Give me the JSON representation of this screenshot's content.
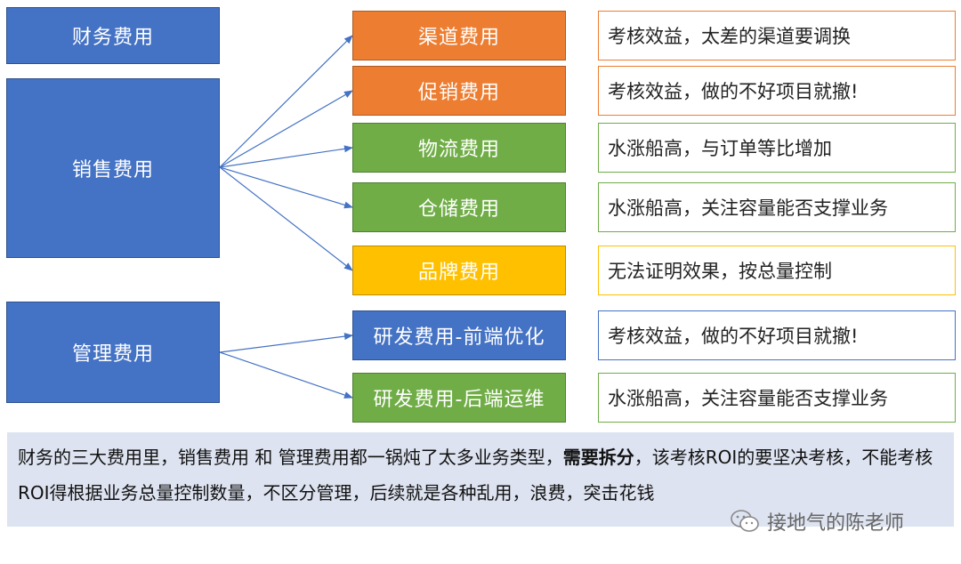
{
  "left_categories": [
    {
      "label": "财务费用"
    },
    {
      "label": "销售费用"
    },
    {
      "label": "管理费用"
    }
  ],
  "items": [
    {
      "label": "渠道费用",
      "note": "考核效益，太差的渠道要调换",
      "color": "#ed7d31"
    },
    {
      "label": "促销费用",
      "note": "考核效益，做的不好项目就撤!",
      "color": "#ed7d31"
    },
    {
      "label": "物流费用",
      "note": "水涨船高，与订单等比增加",
      "color": "#70ad47"
    },
    {
      "label": "仓储费用",
      "note": "水涨船高，关注容量能否支撑业务",
      "color": "#70ad47"
    },
    {
      "label": "品牌费用",
      "note": "无法证明效果，按总量控制",
      "color": "#ffc000"
    },
    {
      "label": "研发费用-前端优化",
      "note": "考核效益，做的不好项目就撤!",
      "color": "#4472c4"
    },
    {
      "label": "研发费用-后端运维",
      "note": "水涨船高，关注容量能否支撑业务",
      "color": "#70ad47"
    }
  ],
  "footer": {
    "text_before": "财务的三大费用里，销售费用 和 管理费用都一锅炖了太多业务类型，",
    "bold": "需要拆分",
    "text_after": "，该考核ROI的要坚决考核，不能考核ROI得根据业务总量控制数量，不区分管理，后续就是各种乱用，浪费，突击花钱"
  },
  "watermark": "接地气的陈老师",
  "arrow_color": "#4472c4"
}
